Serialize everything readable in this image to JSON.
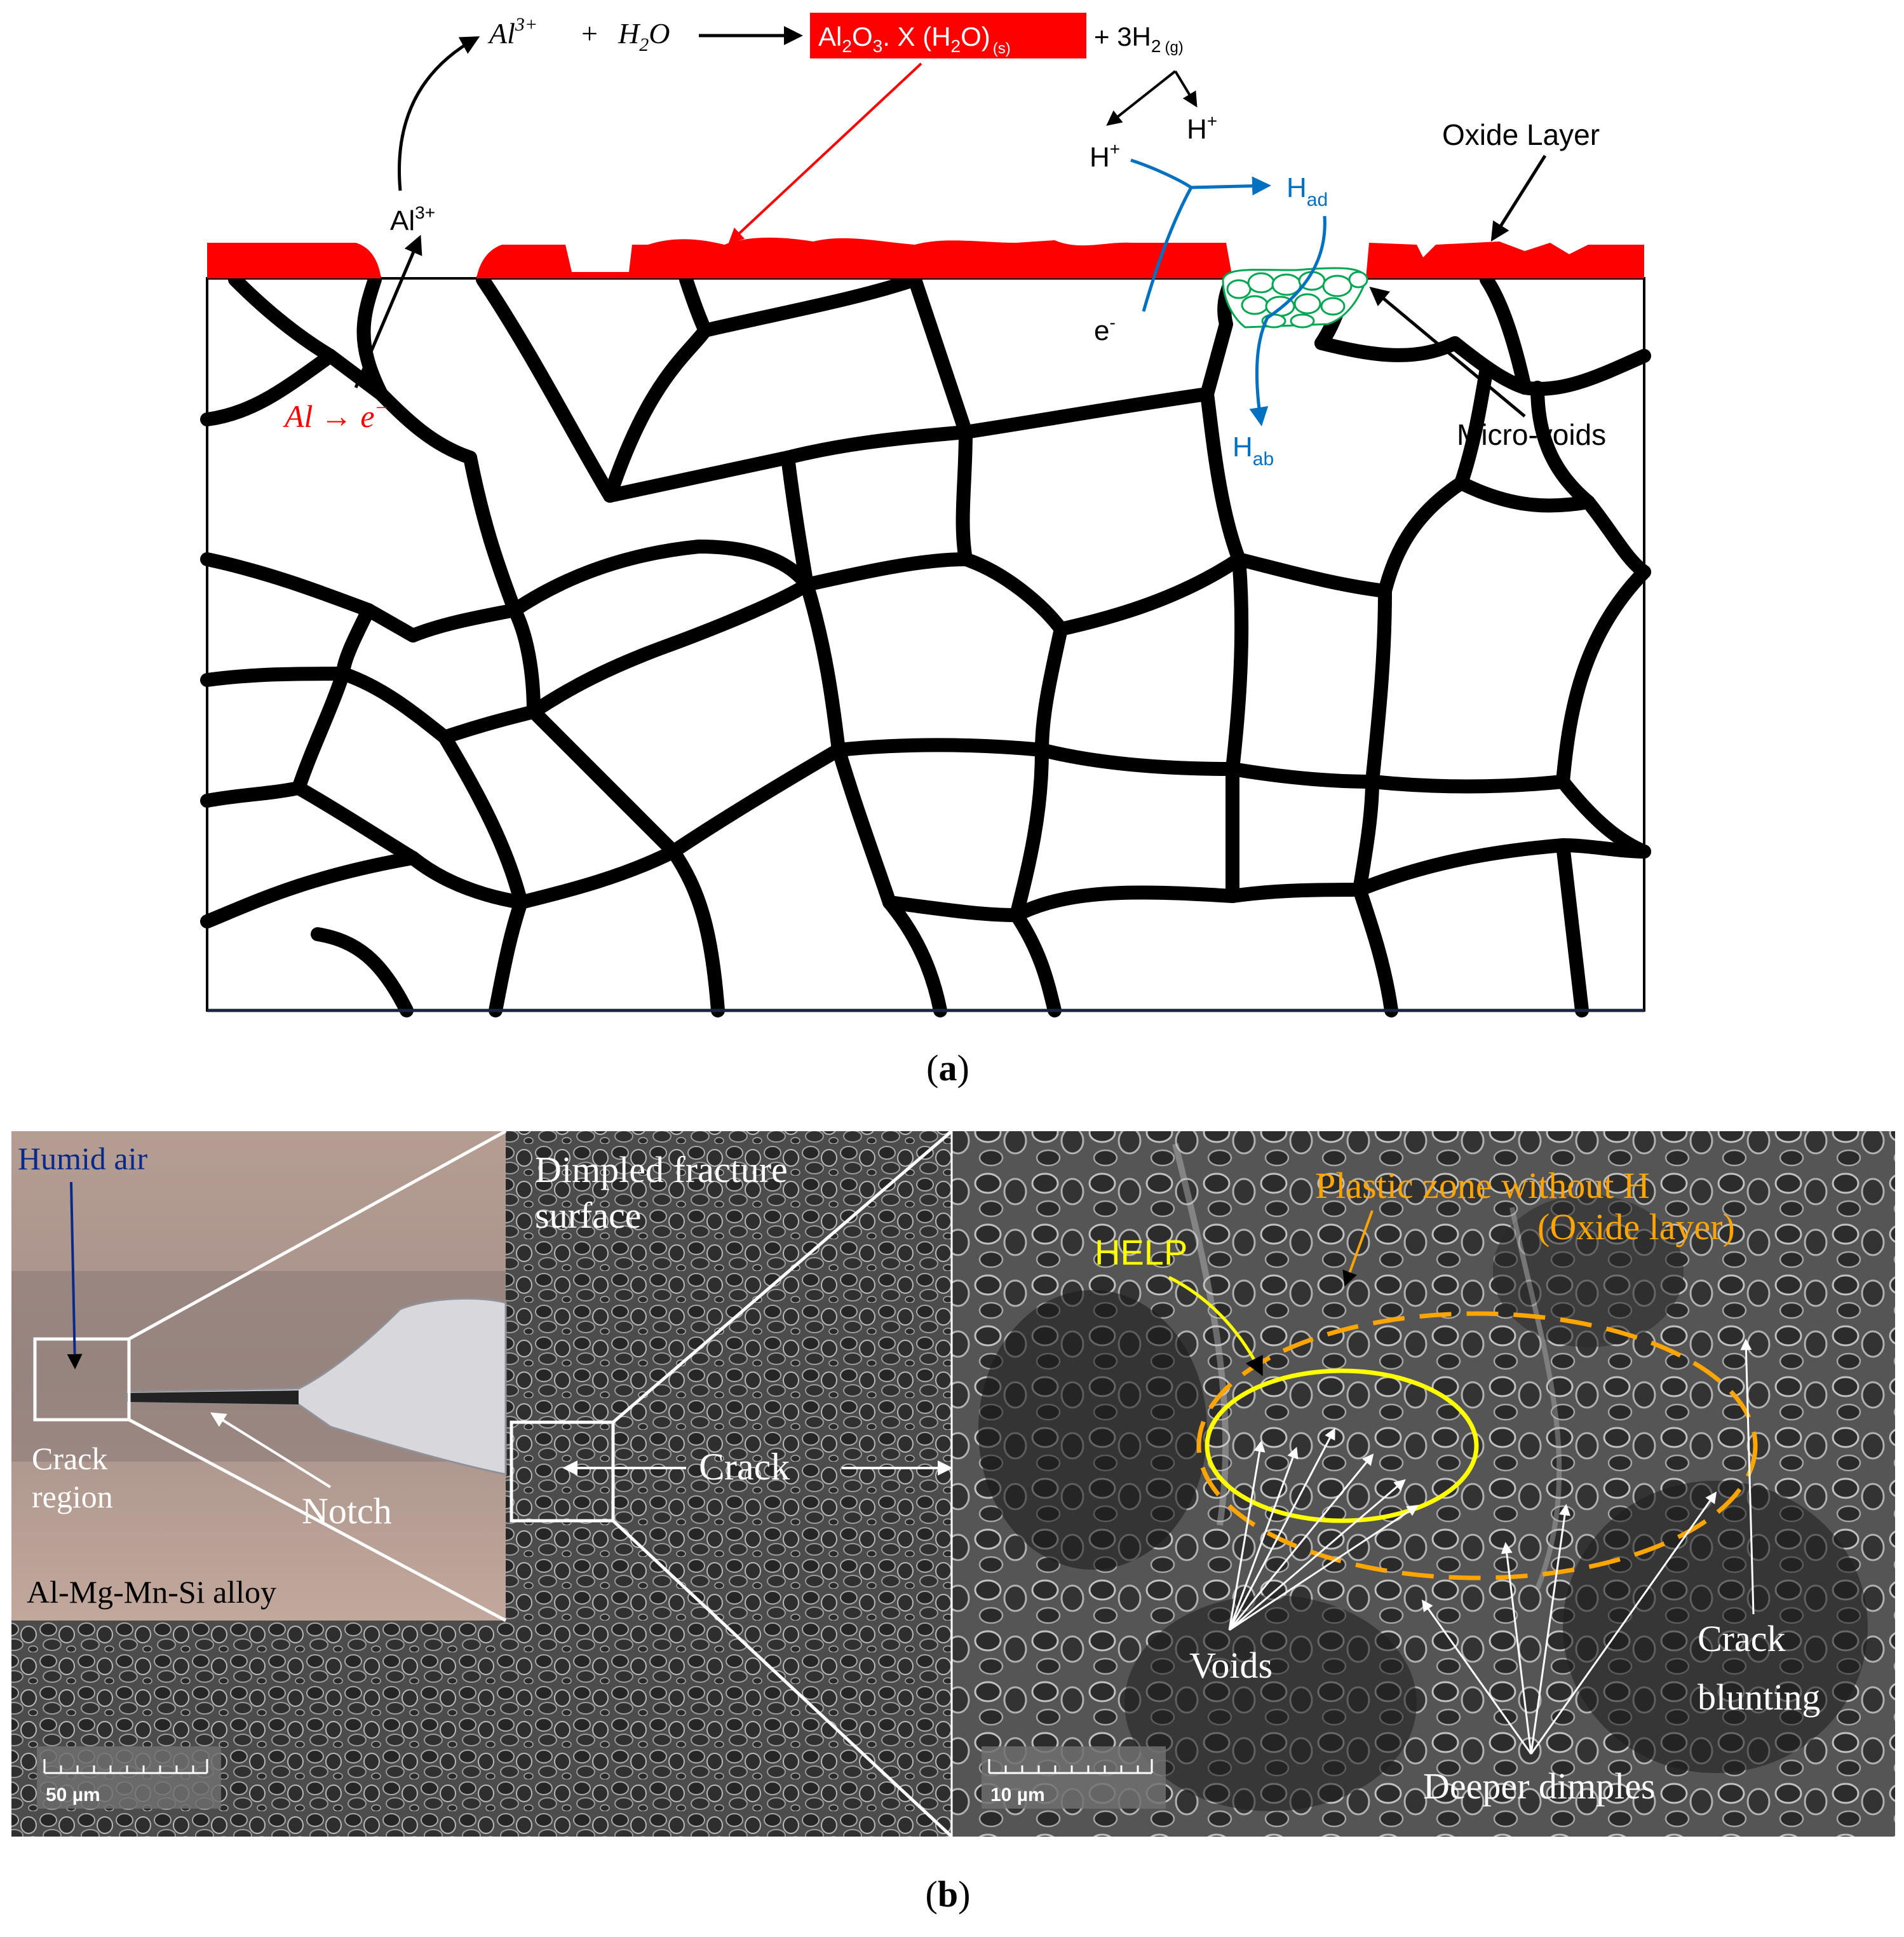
{
  "colors": {
    "oxide": "#ff0000",
    "hydrogen": "#0070c0",
    "voids": "#00a651",
    "help": "#ffff00",
    "plastic_zone": "#ffa500",
    "humid_air": "#0a2a8a"
  },
  "panel_a": {
    "reaction": {
      "reactant_ion": "Al",
      "reactant_ion_charge": "3+",
      "plus": "+",
      "water_base": "H",
      "water_sub": "2",
      "water_tail": "O",
      "product_al": "Al",
      "product_al_sub": "2",
      "product_o": "O",
      "product_o_sub": "3",
      "product_tail": ". X (H",
      "product_h2o_sub": "2",
      "product_close": "O)",
      "product_state": "(s)",
      "hydrogen_gas": "+ 3H",
      "hydrogen_gas_sub": "2",
      "hydrogen_gas_state": "(g)"
    },
    "labels": {
      "h_plus_base": "H",
      "h_plus_charge": "+",
      "h_ad_base": "H",
      "h_ad_sub": "ad",
      "h_ab_base": "H",
      "h_ab_sub": "ab",
      "electron_base": "e",
      "electron_charge": "-",
      "al_ion_base": "Al",
      "al_ion_charge": "3+",
      "oxidation": "Al → e",
      "oxidation_charge": "−",
      "oxide_layer": "Oxide Layer",
      "micro_voids": "Micro-voids"
    },
    "caption": "a"
  },
  "panel_b": {
    "labels": {
      "humid_air": "Humid air",
      "crack_region_line1": "Crack",
      "crack_region_line2": "region",
      "notch": "Notch",
      "alloy": "Al-Mg-Mn-Si alloy",
      "dimpled_line1": "Dimpled fracture",
      "dimpled_line2": "surface",
      "crack": "Crack",
      "plastic_zone_line1": "Plastic zone without H",
      "plastic_zone_line2": "(Oxide layer)",
      "help": "HELP",
      "voids": "Voids",
      "crack_blunting_line1": "Crack",
      "crack_blunting_line2": "blunting",
      "deeper_dimples": "Deeper dimples",
      "scale_left": "50 µm",
      "scale_right": "10 µm"
    },
    "caption": "b"
  },
  "caption_open": "(",
  "caption_close": ")"
}
